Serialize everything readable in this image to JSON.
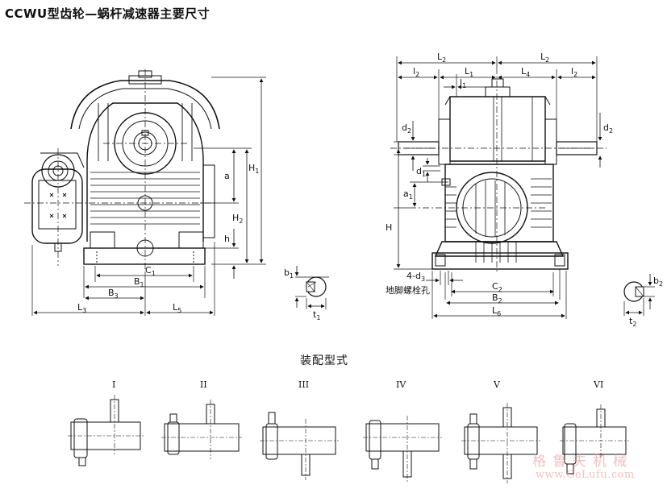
{
  "title": "CCWU型齿轮—蜗杆减速器主要尺寸",
  "section_title": "装配型式",
  "watermark": {
    "chinese": "格鲁夫机械",
    "site": "www.GeLufu.com"
  },
  "front_view": {
    "dims": {
      "H1": "H",
      "H1_sub": "1",
      "H2": "H",
      "H2_sub": "2",
      "a": "a",
      "h": "h",
      "C1": "C",
      "C1_sub": "1",
      "B1": "B",
      "B1_sub": "1",
      "B3": "B",
      "B3_sub": "3",
      "L3": "L",
      "L3_sub": "3",
      "L5": "L",
      "L5_sub": "5"
    }
  },
  "key_detail_1": {
    "b1": "b",
    "b1_sub": "1",
    "t1": "t",
    "t1_sub": "1"
  },
  "side_view": {
    "dims": {
      "L2_left": "L",
      "L2_left_sub": "2",
      "L2_right": "L",
      "L2_right_sub": "2",
      "l2_left": "l",
      "l2_left_sub": "2",
      "l2_right": "l",
      "l2_right_sub": "2",
      "L1": "L",
      "L1_sub": "1",
      "l1": "l",
      "l1_sub": "1",
      "L4": "L",
      "L4_sub": "4",
      "d2_left": "d",
      "d2_left_sub": "2",
      "d2_right": "d",
      "d2_right_sub": "2",
      "d1": "d",
      "d1_sub": "1",
      "a1": "a",
      "a1_sub": "1",
      "H": "H",
      "d3": "4-d",
      "d3_sub": "3",
      "C2": "C",
      "C2_sub": "2",
      "B2": "B",
      "B2_sub": "2",
      "L6": "L",
      "L6_sub": "6"
    },
    "bolt_label": "地脚螺栓孔"
  },
  "key_detail_2": {
    "b2": "b",
    "b2_sub": "2",
    "t2": "t",
    "t2_sub": "2"
  },
  "assembly_types": [
    {
      "label": "I"
    },
    {
      "label": "II"
    },
    {
      "label": "III"
    },
    {
      "label": "IV"
    },
    {
      "label": "V"
    },
    {
      "label": "VI"
    }
  ]
}
